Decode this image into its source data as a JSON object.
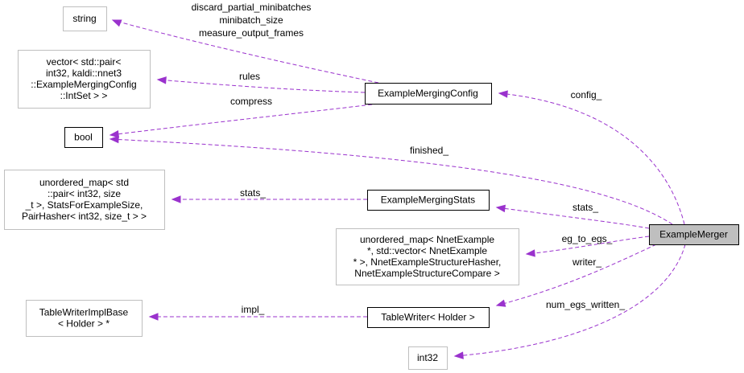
{
  "nodes": {
    "string": {
      "label": [
        "string"
      ],
      "style": "gray"
    },
    "vector": {
      "label": [
        "vector< std::pair<",
        "int32, kaldi::nnet3",
        "::ExampleMergingConfig",
        "::IntSet > >"
      ],
      "style": "gray"
    },
    "bool": {
      "label": [
        "bool"
      ],
      "style": "black"
    },
    "unordered_map_stats": {
      "label": [
        "unordered_map< std",
        "::pair< int32, size",
        "_t >, StatsForExampleSize,",
        "PairHasher< int32, size_t > >"
      ],
      "style": "gray"
    },
    "unordered_map_egs": {
      "label": [
        "unordered_map< NnetExample",
        "*, std::vector< NnetExample",
        "* >, NnetExampleStructureHasher,",
        "NnetExampleStructureCompare >"
      ],
      "style": "gray"
    },
    "table_writer_impl": {
      "label": [
        "TableWriterImplBase",
        "< Holder > *"
      ],
      "style": "gray"
    },
    "int32": {
      "label": [
        "int32"
      ],
      "style": "gray"
    },
    "example_merging_config": {
      "label": [
        "ExampleMergingConfig"
      ],
      "style": "black"
    },
    "example_merging_stats": {
      "label": [
        "ExampleMergingStats"
      ],
      "style": "black"
    },
    "table_writer": {
      "label": [
        "TableWriter< Holder >"
      ],
      "style": "black"
    },
    "example_merger": {
      "label": [
        "ExampleMerger"
      ],
      "style": "highlight"
    }
  },
  "edges": [
    {
      "from": "example_merging_config",
      "to": "string",
      "label": [
        "discard_partial_minibatches",
        "minibatch_size",
        "measure_output_frames"
      ]
    },
    {
      "from": "example_merging_config",
      "to": "vector",
      "label": [
        "rules"
      ]
    },
    {
      "from": "example_merging_config",
      "to": "bool",
      "label": [
        "compress"
      ]
    },
    {
      "from": "example_merger",
      "to": "example_merging_config",
      "label": [
        "config_"
      ]
    },
    {
      "from": "example_merger",
      "to": "bool",
      "label": [
        "finished_"
      ]
    },
    {
      "from": "example_merging_stats",
      "to": "unordered_map_stats",
      "label": [
        "stats_"
      ]
    },
    {
      "from": "example_merger",
      "to": "example_merging_stats",
      "label": [
        "stats_"
      ]
    },
    {
      "from": "example_merger",
      "to": "unordered_map_egs",
      "label": [
        "eg_to_egs_"
      ]
    },
    {
      "from": "example_merger",
      "to": "table_writer",
      "label": [
        "writer_"
      ]
    },
    {
      "from": "table_writer",
      "to": "table_writer_impl",
      "label": [
        "impl_"
      ]
    },
    {
      "from": "example_merger",
      "to": "int32",
      "label": [
        "num_egs_written_"
      ]
    }
  ],
  "colors": {
    "edge": "#9a32cd",
    "gray_border": "#bfbfbf",
    "black_border": "#000000",
    "highlight_fill": "#bfbfbf"
  }
}
